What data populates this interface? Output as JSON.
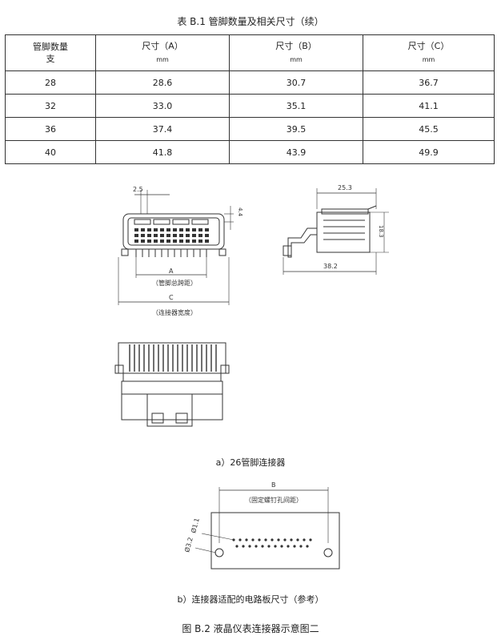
{
  "table": {
    "title": "表 B.1 管脚数量及相关尺寸（续）",
    "headers": [
      {
        "label": "管脚数量\n支",
        "unit": ""
      },
      {
        "label": "尺寸（A）",
        "unit": "mm"
      },
      {
        "label": "尺寸（B）",
        "unit": "mm"
      },
      {
        "label": "尺寸（C）",
        "unit": "mm"
      }
    ],
    "rows": [
      [
        "28",
        "28.6",
        "30.7",
        "36.7"
      ],
      [
        "32",
        "33.0",
        "35.1",
        "41.1"
      ],
      [
        "36",
        "37.4",
        "39.5",
        "45.5"
      ],
      [
        "40",
        "41.8",
        "43.9",
        "49.9"
      ]
    ]
  },
  "drawing_a": {
    "dim_pitch": "2.5",
    "dim_side": "4.4",
    "label_a": "A",
    "label_a_desc": "（管脚总跨距）",
    "label_c": "C",
    "label_c_desc": "（连接器宽度）",
    "dim_top_right": "25.3",
    "dim_height_right": "18.3",
    "dim_bottom_right": "38.2",
    "caption": "a）26管脚连接器"
  },
  "drawing_b": {
    "label_b": "B",
    "label_b_desc": "（固定螺钉孔间距）",
    "dia_small": "Ø1.1",
    "dia_large": "Ø3.2",
    "caption": "b）连接器适配的电路板尺寸（参考）"
  },
  "figure_caption": "图 B.2  液晶仪表连接器示意图二"
}
